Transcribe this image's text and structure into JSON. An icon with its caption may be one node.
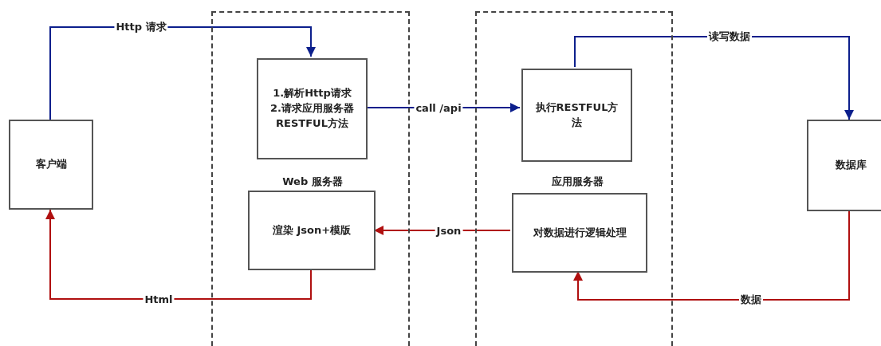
{
  "diagram": {
    "nodes": [
      {
        "text": [
          "客户端"
        ]
      },
      {
        "text": [
          "Web 服务器"
        ]
      },
      {
        "text": [
          "1.解析Http请求 2.请求应用服务器RESTFUL方法"
        ],
        "in": 1
      },
      {
        "text": [
          "渲染 Json+模版"
        ],
        "in": 1
      },
      {
        "text": [
          "应用服务器"
        ]
      },
      {
        "text": [
          "执行RESTFUL方法"
        ],
        "in": 4
      },
      {
        "text": [
          "对数据进行逻辑处理"
        ],
        "in": 4
      },
      {
        "text": [
          "数据库"
        ]
      }
    ],
    "edges": [
      {
        "from": 0,
        "to": 2,
        "arrow": "to",
        "label": "Http 请求",
        "color": "#0c1f8c"
      },
      {
        "from": 2,
        "to": 5,
        "arrow": "to",
        "label": "call /api",
        "color": "#0c1f8c"
      },
      {
        "from": 5,
        "to": 7,
        "arrow": "to",
        "label": "读写数据",
        "color": "#0c1f8c"
      },
      {
        "from": 7,
        "to": 6,
        "arrow": "to",
        "label": "数据",
        "color": "#b01010"
      },
      {
        "from": 6,
        "to": 3,
        "arrow": "to",
        "label": "Json",
        "color": "#b01010"
      },
      {
        "from": 3,
        "to": 0,
        "arrow": "to",
        "label": "Html",
        "color": "#b01010"
      }
    ]
  }
}
